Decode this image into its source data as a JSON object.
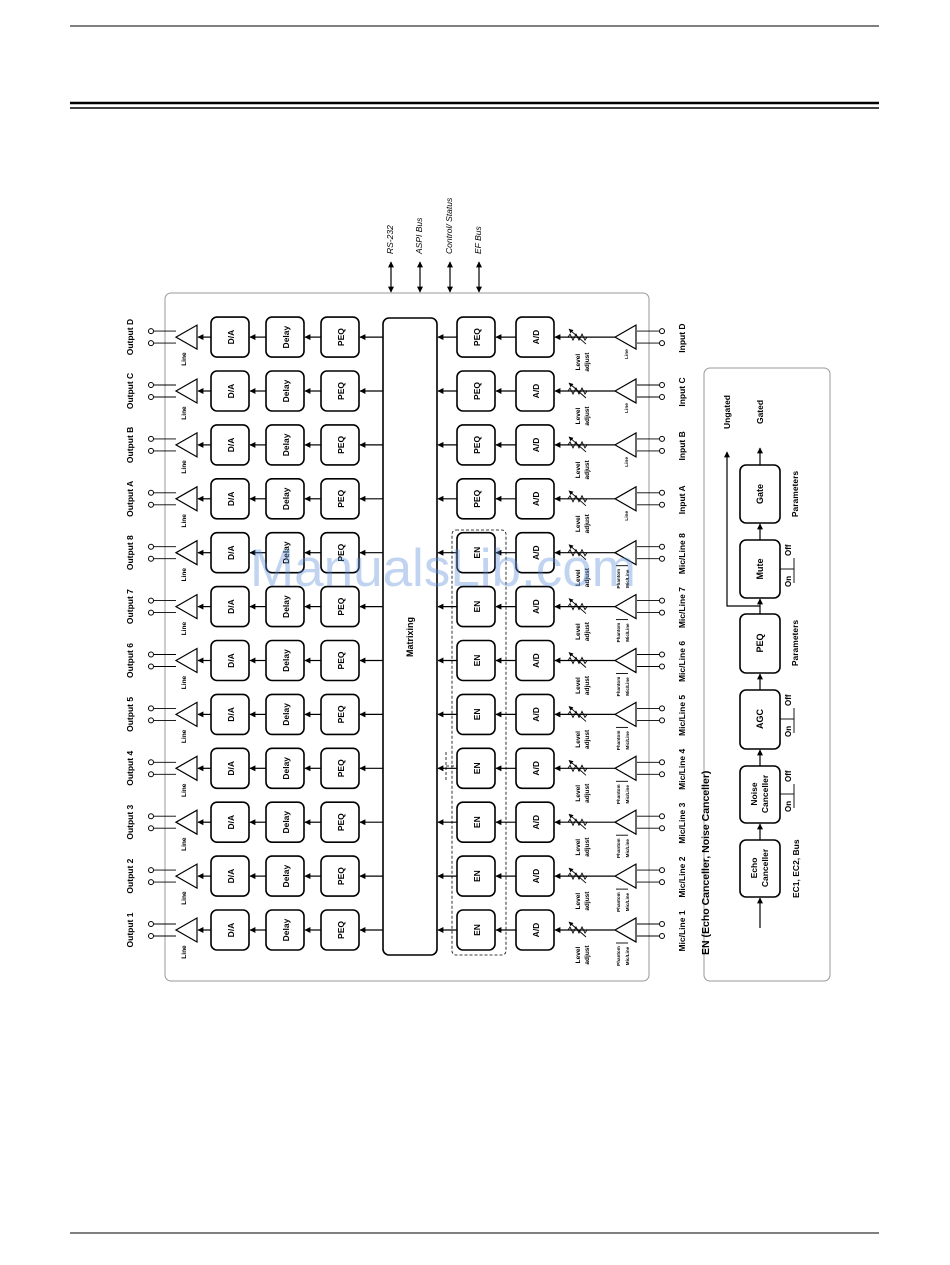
{
  "watermark": "ManualsLib.com",
  "bus_labels": [
    "RS-232",
    "ASPI Bus",
    "Control/ Status",
    "EF Bus"
  ],
  "matrix_label": "Matrixing",
  "output_labels": [
    "Output 1",
    "Output 2",
    "Output 3",
    "Output 4",
    "Output 5",
    "Output 6",
    "Output 7",
    "Output 8",
    "Output A",
    "Output B",
    "Output C",
    "Output D"
  ],
  "input_labels": [
    "Mic/Line 1",
    "Mic/Line 2",
    "Mic/Line 3",
    "Mic/Line 4",
    "Mic/Line 5",
    "Mic/Line 6",
    "Mic/Line 7",
    "Mic/Line 8",
    "Input A",
    "Input B",
    "Input C",
    "Input D"
  ],
  "blocks": {
    "da": "D/A",
    "delay": "Delay",
    "peq": "PEQ",
    "en": "EN",
    "ad": "A/D",
    "line": "Line",
    "level": "Level",
    "adjust": "adjust",
    "phantom": "Phantom",
    "micline": "Mic/Line"
  },
  "en_detail": {
    "title": "EN (Echo Canceller, Noise Canceller)",
    "echo_1": "Echo",
    "echo_2": "Canceller",
    "echo_inputs": "EC1, EC2, Bus",
    "noise_1": "Noise",
    "noise_2": "Canceller",
    "agc": "AGC",
    "peq": "PEQ",
    "parameters": "Parameters",
    "mute": "Mute",
    "gate": "Gate",
    "on": "On",
    "off": "Off",
    "ungated": "Ungated",
    "gated": "Gated"
  }
}
